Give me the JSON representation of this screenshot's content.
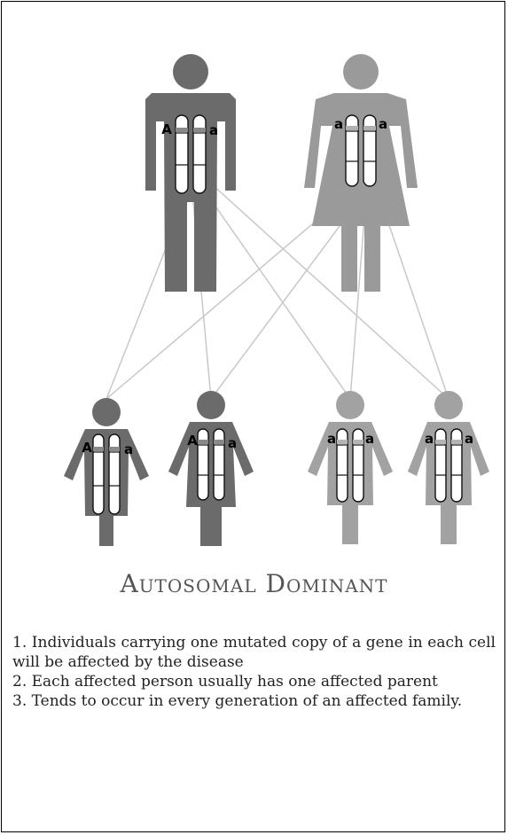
{
  "title": "Autosomal Dominant",
  "colors": {
    "father": "#6b6b6b",
    "mother": "#9a9a9a",
    "affected_child": "#6b6b6b",
    "unaffected_child": "#a2a2a2",
    "lines": "#c8c8c8",
    "chromosome_fill": "#ffffff"
  },
  "parents": [
    {
      "name": "father",
      "left_allele": "A",
      "right_allele": "a"
    },
    {
      "name": "mother",
      "left_allele": "a",
      "right_allele": "a"
    }
  ],
  "children": [
    {
      "name": "child-1",
      "left_allele": "A",
      "right_allele": "a"
    },
    {
      "name": "child-2",
      "left_allele": "A",
      "right_allele": "a"
    },
    {
      "name": "child-3",
      "left_allele": "a",
      "right_allele": "a"
    },
    {
      "name": "child-4",
      "left_allele": "a",
      "right_allele": "a"
    }
  ],
  "notes": [
    "1. Individuals carrying one mutated copy of a gene in each cell will be affected by the disease",
    "2. Each affected person usually has one affected parent",
    "3. Tends to occur in every generation of an affected family."
  ]
}
